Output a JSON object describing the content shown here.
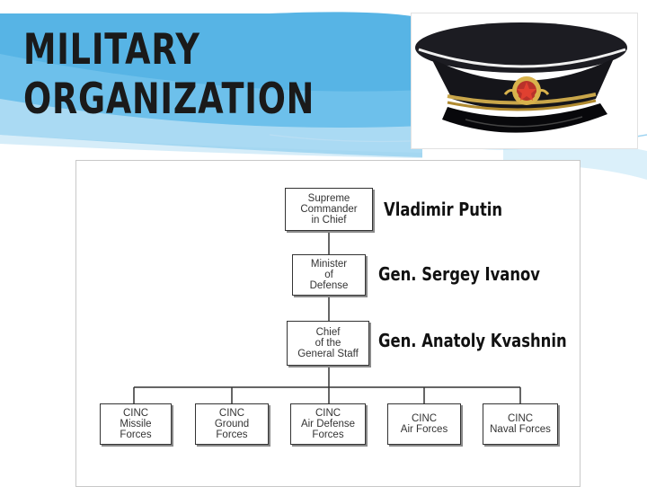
{
  "slide": {
    "title_line1": "MILITARY",
    "title_line2": "ORGANIZATION",
    "colors": {
      "wave": "#3aa7e0",
      "box_border": "#333333",
      "text": "#1a1a1a"
    }
  },
  "diagram": {
    "nodes": {
      "supreme": "Supreme\nCommander\nin Chief",
      "minister": "Minister\nof\nDefense",
      "chief": "Chief\nof the\nGeneral Staff",
      "cinc_missile": "CINC\nMissile\nForces",
      "cinc_ground": "CINC\nGround\nForces",
      "cinc_airdef": "CINC\nAir Defense\nForces",
      "cinc_air": "CINC\nAir Forces",
      "cinc_naval": "CINC\nNaval Forces"
    },
    "annotations": {
      "supreme": "Vladimir Putin",
      "minister": "Gen. Sergey Ivanov",
      "chief": "Gen. Anatoly Kvashnin"
    }
  }
}
